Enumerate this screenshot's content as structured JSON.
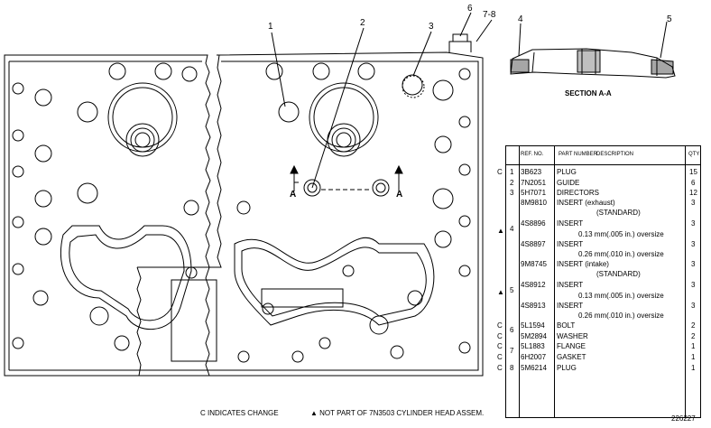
{
  "callouts": [
    "1",
    "2",
    "3",
    "4",
    "5",
    "6",
    "7-8"
  ],
  "section_marker": "A",
  "section_title": "SECTION A-A",
  "table": {
    "headers": {
      "ref": "REF. NO.",
      "part": "PART NUMBER",
      "desc": "DESCRIPTION",
      "qty": "QTY"
    },
    "rows": [
      {
        "mark": "C",
        "ref": "1",
        "part": "3B623",
        "desc": "PLUG",
        "qty": "15"
      },
      {
        "mark": "",
        "ref": "2",
        "part": "7N2051",
        "desc": "GUIDE",
        "qty": "6"
      },
      {
        "mark": "",
        "ref": "3",
        "part": "5H7071",
        "desc": "DIRECTORS",
        "qty": "12"
      },
      {
        "mark": "",
        "ref": "",
        "part": "8M9810",
        "desc": "INSERT (exhaust)",
        "qty": "3"
      },
      {
        "mark": "",
        "ref": "",
        "part": "",
        "desc": "(STANDARD)",
        "qty": ""
      },
      {
        "mark": "",
        "ref": "",
        "part": "4S8896",
        "desc": "INSERT",
        "qty": "3"
      },
      {
        "mark": "▲",
        "ref": "4",
        "part": "",
        "desc": "0.13 mm(.005 in.) oversize",
        "qty": ""
      },
      {
        "mark": "",
        "ref": "",
        "part": "4S8897",
        "desc": "INSERT",
        "qty": "3"
      },
      {
        "mark": "",
        "ref": "",
        "part": "",
        "desc": "0.26 mm(.010 in.) oversize",
        "qty": ""
      },
      {
        "mark": "",
        "ref": "",
        "part": "9M8745",
        "desc": "INSERT (intake)",
        "qty": "3"
      },
      {
        "mark": "",
        "ref": "",
        "part": "",
        "desc": "(STANDARD)",
        "qty": ""
      },
      {
        "mark": "",
        "ref": "",
        "part": "4S8912",
        "desc": "INSERT",
        "qty": "3"
      },
      {
        "mark": "▲",
        "ref": "5",
        "part": "",
        "desc": "0.13 mm(.005 in.) oversize",
        "qty": ""
      },
      {
        "mark": "",
        "ref": "",
        "part": "4S8913",
        "desc": "INSERT",
        "qty": "3"
      },
      {
        "mark": "",
        "ref": "",
        "part": "",
        "desc": "0.26 mm(.010 in.) oversize",
        "qty": ""
      },
      {
        "mark": "C",
        "ref": "6",
        "part": "5L1594",
        "desc": "BOLT",
        "qty": "2"
      },
      {
        "mark": "C",
        "ref": "",
        "part": "5M2894",
        "desc": "WASHER",
        "qty": "2"
      },
      {
        "mark": "C",
        "ref": "7",
        "part": "5L1883",
        "desc": "FLANGE",
        "qty": "1"
      },
      {
        "mark": "C",
        "ref": "",
        "part": "6H2007",
        "desc": "GASKET",
        "qty": "1"
      },
      {
        "mark": "C",
        "ref": "8",
        "part": "5M6214",
        "desc": "PLUG",
        "qty": "1"
      }
    ]
  },
  "footer": {
    "change_note": "C INDICATES CHANGE",
    "not_part_note": "▲ NOT PART OF 7N3503 CYLINDER HEAD ASSEM.",
    "figure_number": "226227"
  }
}
